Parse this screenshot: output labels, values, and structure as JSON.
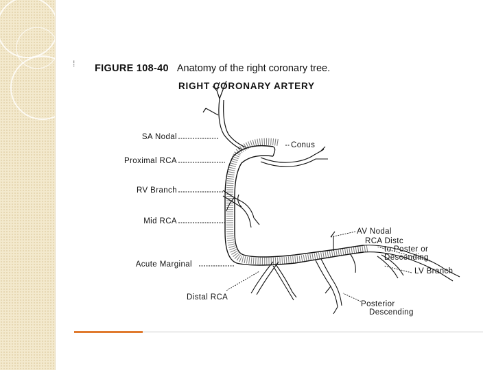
{
  "slide": {
    "bullet_glyph": "⁞",
    "accent_color": "#e07a2e",
    "side_band_color": "#f3e9cd"
  },
  "figure": {
    "caption_number": "FIGURE 108-40",
    "caption_text": "Anatomy of the right coronary tree.",
    "title": "RIGHT CORONARY ARTERY",
    "labels_left": {
      "sa_nodal": "SA Nodal",
      "proximal_rca": "Proximal RCA",
      "rv_branch": "RV Branch",
      "mid_rca": "Mid RCA",
      "acute_marginal": "Acute Marginal",
      "distal_rca": "Distal RCA"
    },
    "labels_right": {
      "conus": "Conus",
      "av_nodal": "AV Nodal",
      "rca_distal_line1": "RCA Distc",
      "rca_distal_line2": "to Poster or",
      "rca_distal_line3": "Descending",
      "lv_branch": "LV Branch",
      "posterior_line1": "Posterior",
      "posterior_line2": "Descending"
    }
  }
}
